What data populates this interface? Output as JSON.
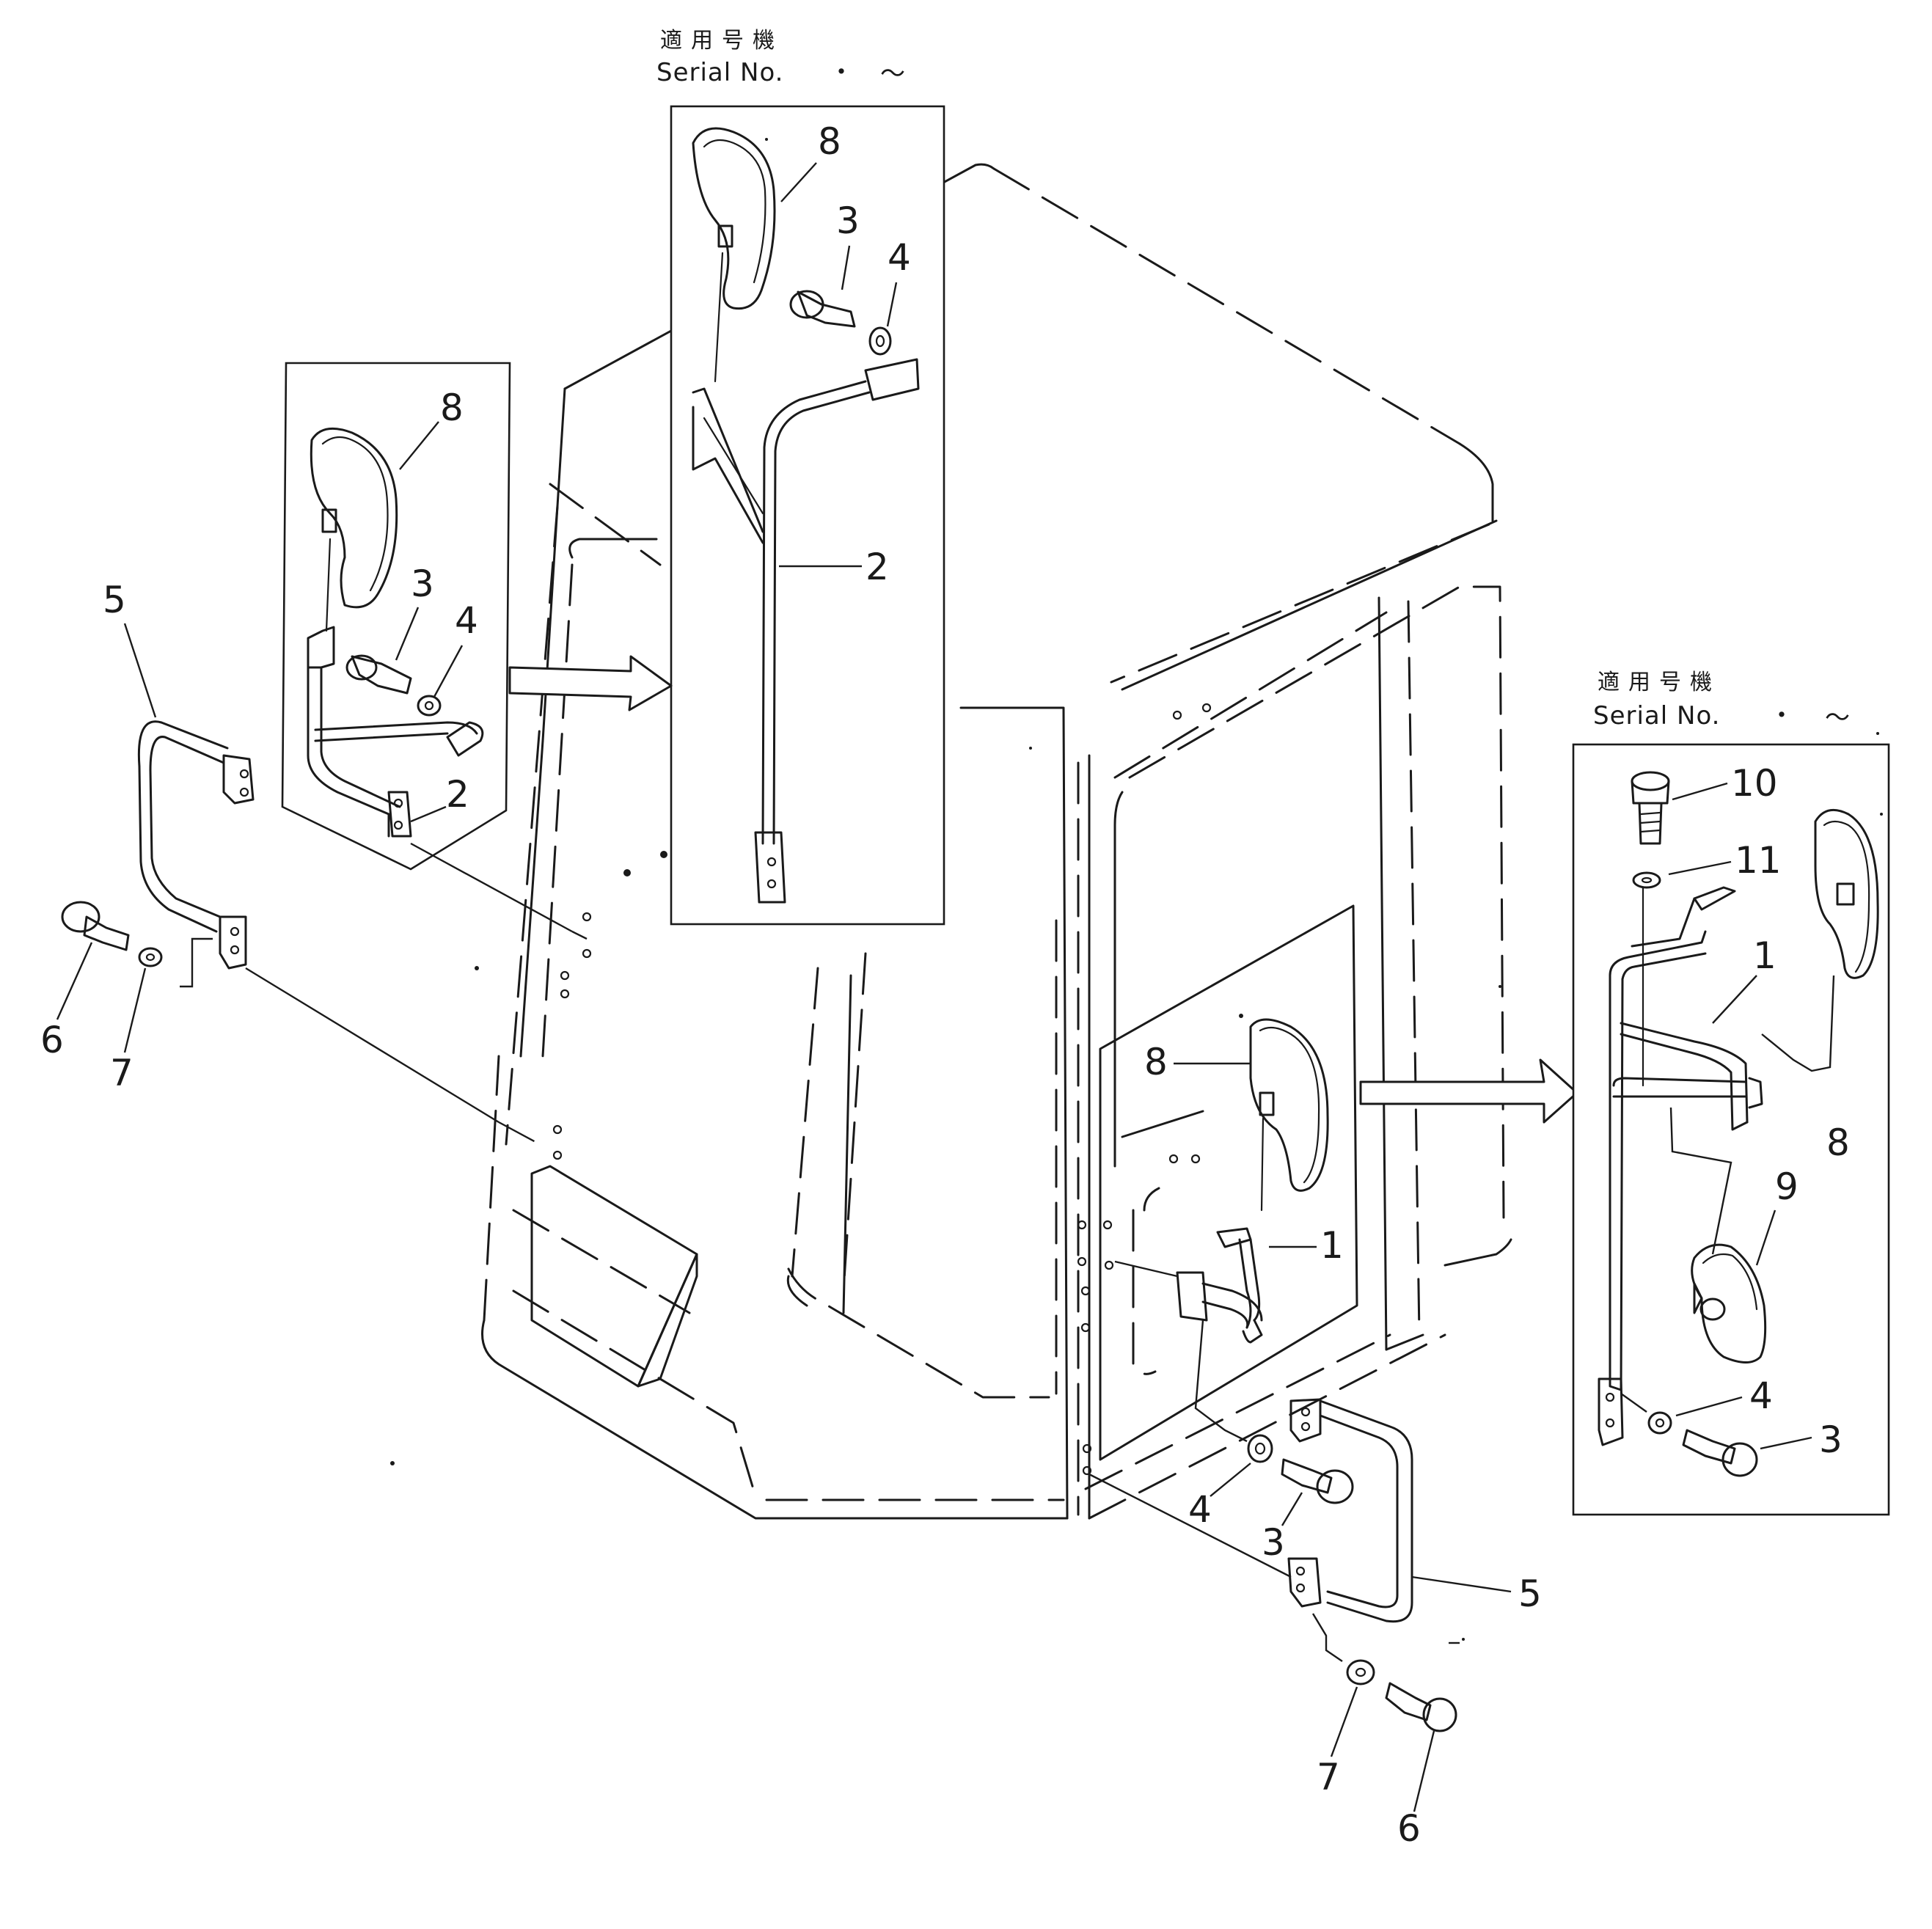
{
  "serial_headers": [
    {
      "japanese": "適用号機",
      "serial": "Serial No.",
      "dot": "・",
      "tilde": "～"
    },
    {
      "japanese": "適用号機",
      "serial": "Serial No.",
      "dot": "・",
      "tilde": "～"
    }
  ],
  "callouts": {
    "left_group": [
      "5",
      "8",
      "3",
      "4",
      "2",
      "6",
      "7"
    ],
    "top_inset": [
      "8",
      "3",
      "4",
      "2"
    ],
    "cab_right": [
      "8",
      "1",
      "4",
      "3",
      "5",
      "7",
      "6"
    ],
    "right_inset": [
      "10",
      "11",
      "1",
      "8",
      "9",
      "4",
      "3"
    ]
  }
}
